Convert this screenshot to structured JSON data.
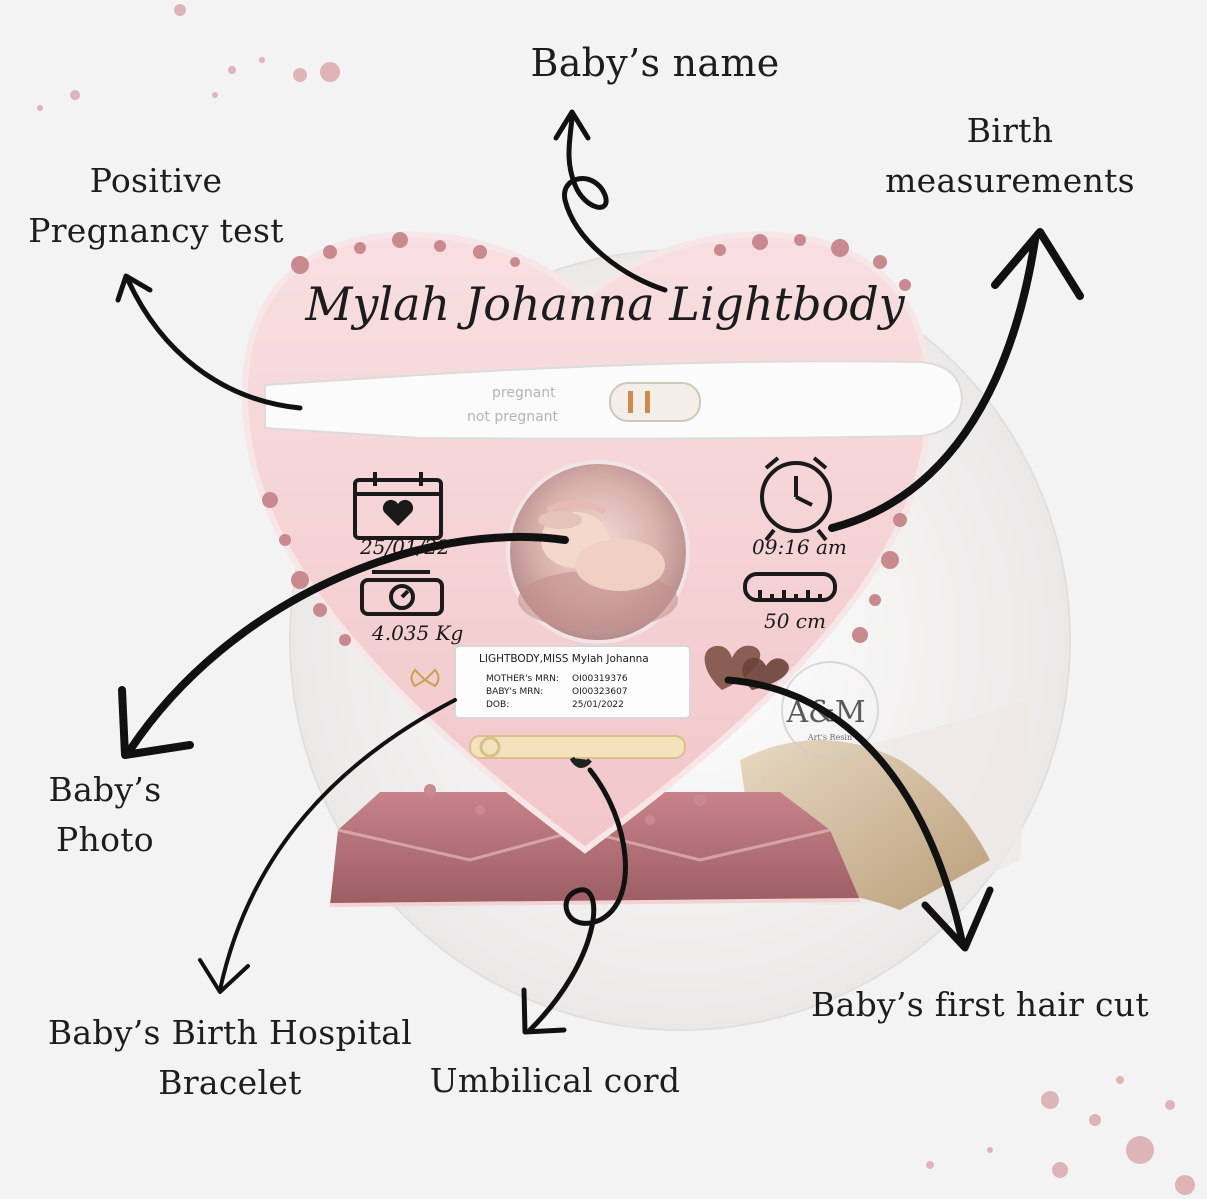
{
  "labels": {
    "baby_name": "Baby’s name",
    "pregnancy_test": [
      "Positive",
      "Pregnancy test"
    ],
    "birth_measurements": [
      "Birth",
      "measurements"
    ],
    "baby_photo": [
      "Baby’s",
      "Photo"
    ],
    "hospital_bracelet": [
      "Baby’s Birth Hospital",
      "Bracelet"
    ],
    "umbilical_cord": "Umbilical cord",
    "first_hair_cut": "Baby’s first hair cut"
  },
  "keepsake": {
    "name": "Mylah Johanna Lightbody",
    "test_pregnant": "pregnant",
    "test_not_pregnant": "not pregnant",
    "date": "25/01/22",
    "time": "09:16 am",
    "weight": "4.035 Kg",
    "length": "50 cm",
    "bracelet": {
      "line1": "LIGHTBODY,MISS Mylah Johanna",
      "mother_label": "MOTHER's MRN:",
      "mother_value": "OI00319376",
      "baby_label": "BABY's MRN:",
      "baby_value": "OI00323607",
      "dob_label": "DOB:",
      "dob_value": "25/01/2022"
    },
    "logo": "A&M",
    "logo_sub": "Art's Resin"
  },
  "colors": {
    "background": "#f4f3f3",
    "heart": "#f5d3d6",
    "glitter": "#c98a8f",
    "base": "#b37376",
    "arrow": "#111111"
  }
}
